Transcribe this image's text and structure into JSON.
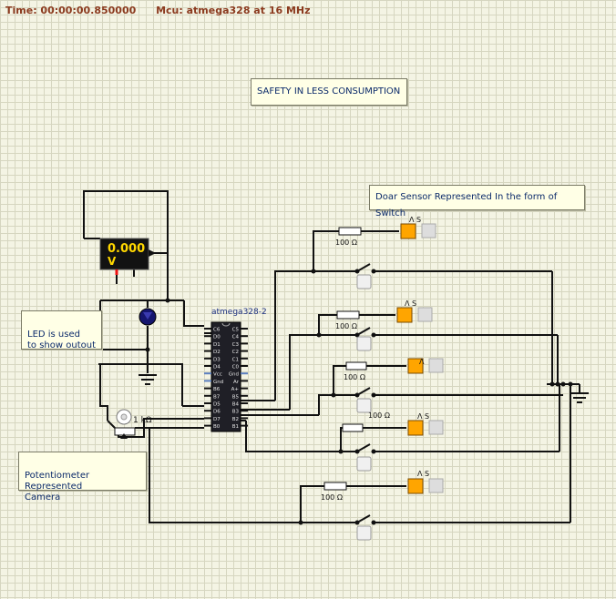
{
  "status": {
    "time": "Time: 00:00:00.850000",
    "mcu": "Mcu: atmega328 at 16 MHz"
  },
  "notes": {
    "title": "SAFETY IN LESS CONSUMPTION",
    "door_sensor": "Doar Sensor Represented In the form of  Switch",
    "led": "LED is used\nto show outout",
    "pot": "Potentiometer Represented\nCamera"
  },
  "voltmeter": {
    "value": "0.000",
    "unit": "V"
  },
  "mcu_chip": {
    "name": "atmega328-2",
    "left_pins": [
      "C6",
      "D0",
      "D1",
      "D2",
      "D3",
      "D4",
      "Vcc",
      "Gnd",
      "B6",
      "B7",
      "D5",
      "D6",
      "D7",
      "B0"
    ],
    "right_pins": [
      "C5",
      "C4",
      "C3",
      "C2",
      "C1",
      "C0",
      "Gnd",
      "Ar",
      "A+",
      "B5",
      "B4",
      "B3",
      "B2",
      "B1"
    ]
  },
  "potentiometer": {
    "label": "1 kΩ"
  },
  "resistor_label": "100 Ω",
  "led_label_top": "Λ S",
  "led_label_mid": "Λ",
  "colors": {
    "wire": "#111111",
    "led_on": "#ffa500",
    "chip": "#1f1f26",
    "note_text": "#0b2a6a"
  }
}
